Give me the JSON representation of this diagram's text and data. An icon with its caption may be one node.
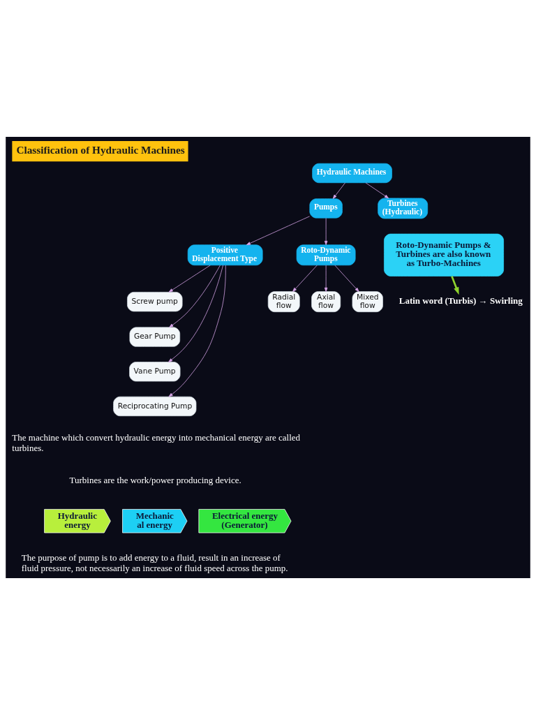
{
  "diagram": {
    "title": "Classification of Hydraulic Machines",
    "nodes": [
      {
        "text": [
          "Hydraulic Machines"
        ]
      },
      {
        "text": [
          "Pumps"
        ]
      },
      {
        "text": [
          "Turbines (Hydraulic)"
        ]
      },
      {
        "text": [
          "Positive Displacement Type"
        ]
      },
      {
        "text": [
          "Roto-Dynamic Pumps"
        ]
      },
      {
        "text": [
          "Screw pump"
        ]
      },
      {
        "text": [
          "Gear Pump"
        ]
      },
      {
        "text": [
          "Vane Pump"
        ]
      },
      {
        "text": [
          "Reciprocating Pump"
        ]
      },
      {
        "text": [
          "Radial flow"
        ]
      },
      {
        "text": [
          "Axial flow"
        ]
      },
      {
        "text": [
          "Mixed flow"
        ]
      },
      {
        "text": [
          "Roto-Dynamic Pumps & Turbines are also known as Turbo-Machines"
        ]
      },
      {
        "text": [
          "Latin word (Turbis) → Swirling"
        ]
      },
      {
        "text": [
          "Hydraulic energy"
        ]
      },
      {
        "text": [
          "Mechanic al energy"
        ]
      },
      {
        "text": [
          "Electrical energy (Generator)"
        ]
      }
    ],
    "edges": [
      {
        "from": 0,
        "to": 1,
        "arrow": "to"
      },
      {
        "from": 0,
        "to": 2,
        "arrow": "to"
      },
      {
        "from": 1,
        "to": 3,
        "arrow": "to"
      },
      {
        "from": 1,
        "to": 4,
        "arrow": "to"
      },
      {
        "from": 3,
        "to": 5,
        "arrow": "to"
      },
      {
        "from": 3,
        "to": 6,
        "arrow": "to"
      },
      {
        "from": 3,
        "to": 7,
        "arrow": "to"
      },
      {
        "from": 3,
        "to": 8,
        "arrow": "to"
      },
      {
        "from": 4,
        "to": 9,
        "arrow": "to"
      },
      {
        "from": 4,
        "to": 10,
        "arrow": "to"
      },
      {
        "from": 4,
        "to": 11,
        "arrow": "to"
      },
      {
        "from": 12,
        "to": 13,
        "arrow": "to",
        "style": "thick",
        "color": "#8fd32e"
      }
    ],
    "labels": [
      "The machine which convert hydraulic energy into mechanical energy are called turbines.",
      "Turbines are the work/power producing device.",
      "The purpose of pump is to add energy to a fluid, result in an increase of fluid pressure, not necessarily an increase of fluid speed across the pump."
    ]
  }
}
